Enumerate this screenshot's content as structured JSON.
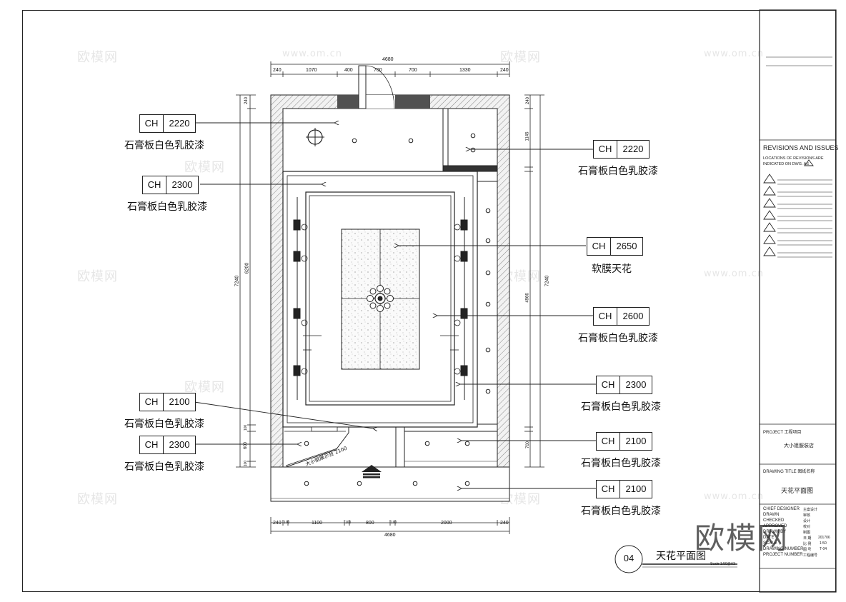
{
  "plan": {
    "dims_top": [
      "240",
      "1070",
      "400",
      "700",
      "700",
      "1330",
      "240"
    ],
    "dim_top_total": "4680",
    "dims_bottom": [
      "240",
      "100",
      "1100",
      "100",
      "800",
      "100",
      "2000",
      "240"
    ],
    "dim_bottom_total": "4680",
    "dims_left": [
      "240",
      "6200",
      "100",
      "600",
      "100"
    ],
    "dim_left_total": "7240",
    "dims_right": [
      "240",
      "1145",
      "4966",
      "700"
    ],
    "dim_right_total": "7240",
    "stair_note": "大小姐展示台 2100",
    "title_circle": "04",
    "title": "天花平面图",
    "scale": "Scale 1:50@A3"
  },
  "callouts": [
    {
      "key": "CH",
      "value": "2220",
      "note": "石膏板白色乳胶漆"
    },
    {
      "key": "CH",
      "value": "2300",
      "note": "石膏板白色乳胶漆"
    },
    {
      "key": "CH",
      "value": "2100",
      "note": "石膏板白色乳胶漆"
    },
    {
      "key": "CH",
      "value": "2300",
      "note": "石膏板白色乳胶漆"
    },
    {
      "key": "CH",
      "value": "2220",
      "note": "石膏板白色乳胶漆"
    },
    {
      "key": "CH",
      "value": "2650",
      "note": "软膜天花"
    },
    {
      "key": "CH",
      "value": "2600",
      "note": "石膏板白色乳胶漆"
    },
    {
      "key": "CH",
      "value": "2300",
      "note": "石膏板白色乳胶漆"
    },
    {
      "key": "CH",
      "value": "2100",
      "note": "石膏板白色乳胶漆"
    },
    {
      "key": "CH",
      "value": "2100",
      "note": "石膏板白色乳胶漆"
    }
  ],
  "title_block": {
    "revisions_title": "REVISIONS AND ISSUES",
    "revisions_note_1": "LOCATIONS OF REVISIONS ARE",
    "revisions_note_2": "INDICATED ON DWG. AS",
    "project_label": "PROJECT 工程项目",
    "project_name": "大小姐服装店",
    "drawing_title_label": "DRAWING TITLE 图纸名称",
    "drawing_title": "天花平面图",
    "rows": [
      {
        "en": "CHIEF DESIGNER",
        "cn": "主案设计",
        "val": ""
      },
      {
        "en": "DRAWN",
        "cn": "审核",
        "val": ""
      },
      {
        "en": "CHECKED",
        "cn": "设计",
        "val": ""
      },
      {
        "en": "APPROVED",
        "cn": "校对",
        "val": ""
      },
      {
        "en": "DRAWN BY",
        "cn": "制图",
        "val": ""
      },
      {
        "en": "DATE",
        "cn": "日 期",
        "val": "201706"
      },
      {
        "en": "SCALE",
        "cn": "比 例",
        "val": "1:50"
      },
      {
        "en": "DRAWING NUMBER",
        "cn": "图 号",
        "val": "T-04"
      },
      {
        "en": "PROJECT NUMBER",
        "cn": "工程编号",
        "val": ""
      }
    ]
  },
  "watermarks": {
    "brand": "欧模网",
    "url": "www.om.cn",
    "big": "欧模网"
  }
}
